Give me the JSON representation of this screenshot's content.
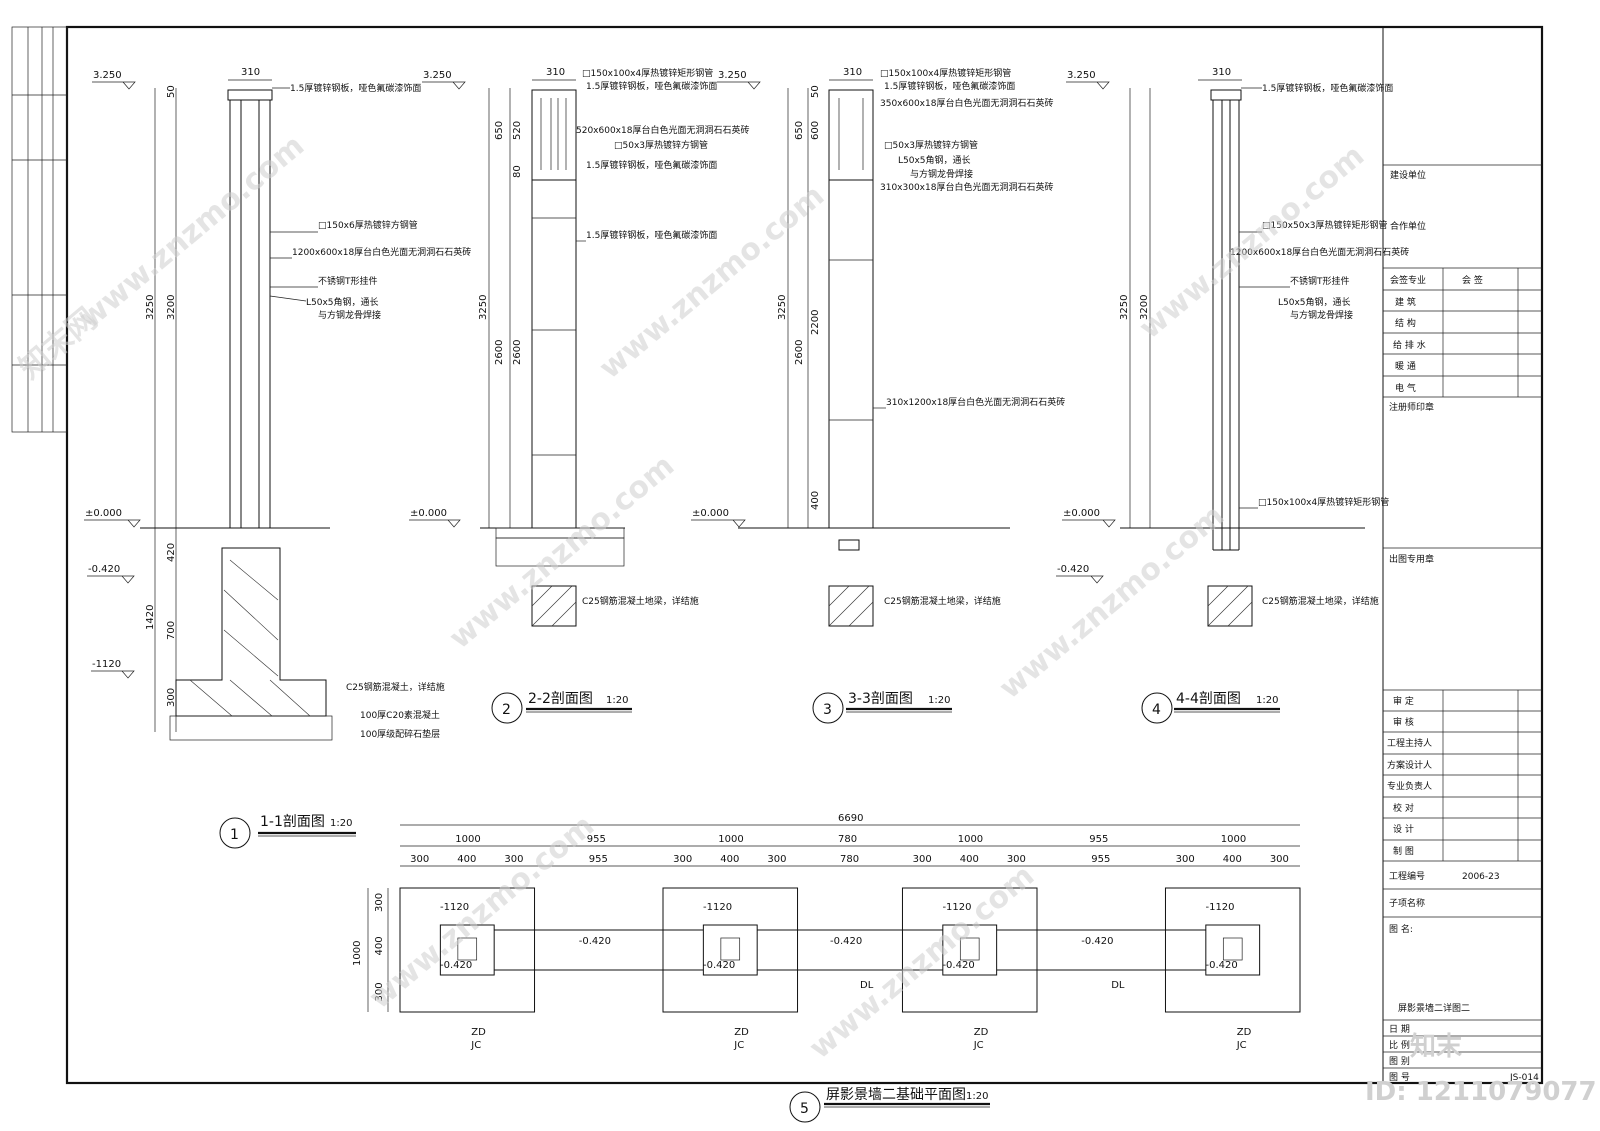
{
  "sections": {
    "s1": {
      "num": "1",
      "title": "1-1剖面图",
      "scale": "1:20"
    },
    "s2": {
      "num": "2",
      "title": "2-2剖面图",
      "scale": "1:20"
    },
    "s3": {
      "num": "3",
      "title": "3-3剖面图",
      "scale": "1:20"
    },
    "s4": {
      "num": "4",
      "title": "4-4剖面图",
      "scale": "1:20"
    },
    "s5": {
      "num": "5",
      "title": "屏影景墙二基础平面图",
      "scale": "1:20"
    }
  },
  "elevations": {
    "top": "3.250",
    "ground": "±0.000",
    "m420": "-0.420",
    "m1120": "-1120"
  },
  "s1": {
    "w310": "310",
    "d50": "50",
    "d3250": "3250",
    "d3200": "3200",
    "d420": "420",
    "d1420": "1420",
    "d700": "700",
    "d300": "300",
    "n1": "1.5厚镀锌钢板，哑色氟碳漆饰面",
    "n2": "□150x6厚热镀锌方钢管",
    "n3": "1200x600x18厚台白色光面无洞洞石石英砖",
    "n4": "不锈钢T形挂件",
    "n5": "L50x5角钢，通长",
    "n6": "与方钢龙骨焊接",
    "n7": "C25钢筋混凝土，详结施",
    "n8": "100厚C20素混凝土",
    "n9": "100厚级配碎石垫层"
  },
  "s2": {
    "w310": "310",
    "d650": "650",
    "d520": "520",
    "d80": "80",
    "d3250": "3250",
    "d2600a": "2600",
    "d2600b": "2600",
    "n1": "□150x100x4厚热镀锌矩形钢管",
    "n2": "1.5厚镀锌钢板，哑色氟碳漆饰面",
    "n3": "520x600x18厚台白色光面无洞洞石石英砖",
    "n4": "□50x3厚热镀锌方钢管",
    "n5": "1.5厚镀锌钢板，哑色氟碳漆饰面",
    "n6": "1.5厚镀锌钢板，哑色氟碳漆饰面",
    "n7": "C25钢筋混凝土地梁，详结施"
  },
  "s3": {
    "w310": "310",
    "d50": "50",
    "d650": "650",
    "d600": "600",
    "d3250": "3250",
    "d2600": "2600",
    "d2200": "2200",
    "d400": "400",
    "n1": "□150x100x4厚热镀锌矩形钢管",
    "n2": "1.5厚镀锌钢板，哑色氟碳漆饰面",
    "n3": "350x600x18厚台白色光面无洞洞石石英砖",
    "n4": "□50x3厚热镀锌方钢管",
    "n5": "L50x5角钢，通长",
    "n6": "与方钢龙骨焊接",
    "n7": "310x300x18厚台白色光面无洞洞石石英砖",
    "n8": "310x1200x18厚台白色光面无洞洞石石英砖",
    "n9": "C25钢筋混凝土地梁，详结施"
  },
  "s4": {
    "w310": "310",
    "d3250": "3250",
    "d3200": "3200",
    "n1": "1.5厚镀锌钢板，哑色氟碳漆饰面",
    "n2": "□150x50x3厚热镀锌矩形钢管",
    "n3": "1200x600x18厚台白色光面无洞洞石石英砖",
    "n4": "不锈钢T形挂件",
    "n5": "L50x5角钢，通长",
    "n6": "与方钢龙骨焊接",
    "n7": "□150x100x4厚热镀锌矩形钢管",
    "n8": "C25钢筋混凝土地梁，详结施"
  },
  "plan": {
    "total": "6690",
    "row2": [
      "1000",
      "955",
      "1000",
      "780",
      "1000",
      "955",
      "1000"
    ],
    "row3": [
      "300",
      "400",
      "300",
      "955",
      "300",
      "400",
      "300",
      "780",
      "300",
      "400",
      "300",
      "955",
      "300",
      "400",
      "300"
    ],
    "left": [
      "300",
      "400",
      "300",
      "1000"
    ],
    "lvl_pad": "-1120",
    "lvl_col": "-0.420",
    "lvl_beam": "-0.420",
    "zd": "ZD",
    "jc": "JC",
    "dl": "DL"
  },
  "titleblock": {
    "client": "建设单位",
    "partner": "合作单位",
    "discipline": "会签专业",
    "sign": "会 签",
    "disciplines": [
      "建 筑",
      "结 构",
      "给 排 水",
      "暖 通",
      "电 气"
    ],
    "reg_stamp": "注册师印章",
    "out_stamp": "出图专用章",
    "roles": [
      "审 定",
      "审 核",
      "工程主持人",
      "方案设计人",
      "专业负责人",
      "校 对",
      "设 计",
      "制 图"
    ],
    "proj_no_label": "工程编号",
    "proj_no": "2006-23",
    "sub_label": "子项名称",
    "drawing_label": "图 名:",
    "drawing_name": "屏影景墙二详图二",
    "date_label": "日 期",
    "scale_label": "比 例",
    "sheet_label": "图 别",
    "no_label": "图 号",
    "no_value": "JS-014"
  },
  "watermark": {
    "site": "www.znzmo.com",
    "brand": "知末网",
    "logo": "知末",
    "id": "ID: 1211079077"
  }
}
